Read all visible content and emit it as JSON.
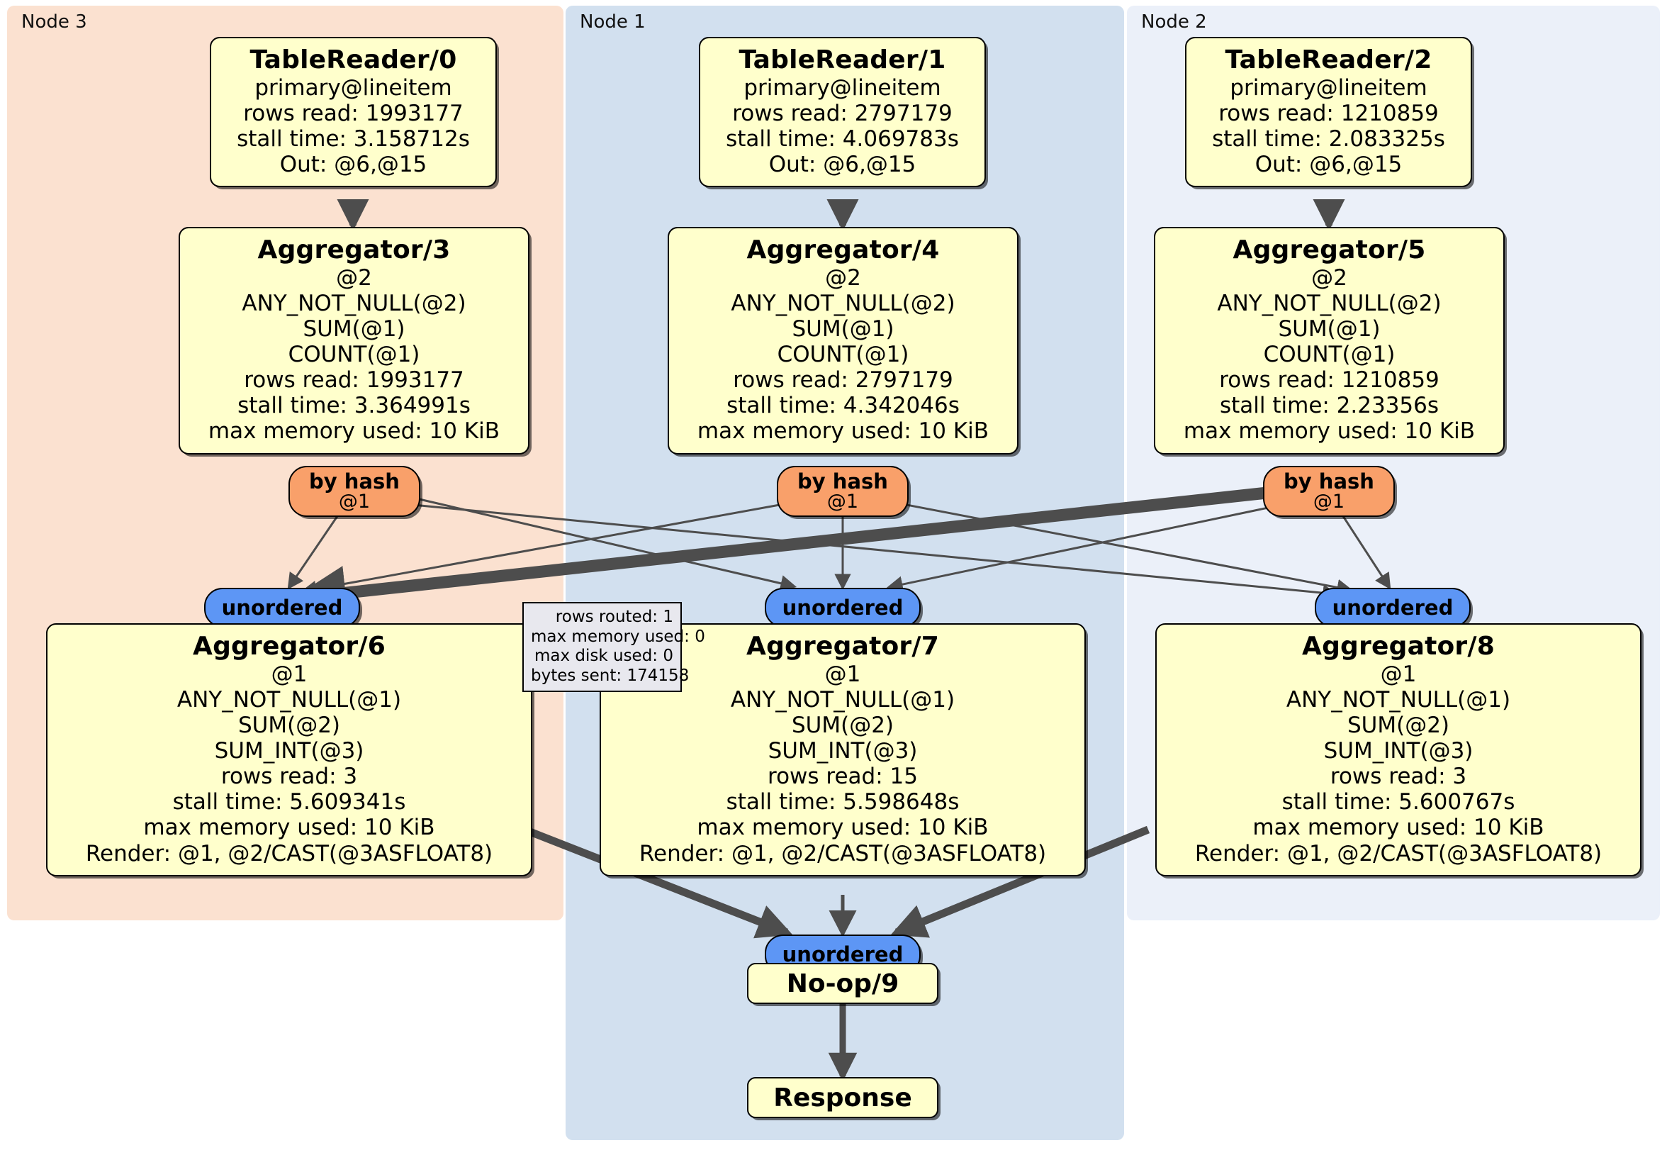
{
  "diagram": {
    "type": "distsql-flow-diagram",
    "clusters": [
      {
        "id": "node3",
        "label": "Node 3",
        "color": "#fbe1d0"
      },
      {
        "id": "node1",
        "label": "Node 1",
        "color": "#d2e0ef"
      },
      {
        "id": "node2",
        "label": "Node 2",
        "color": "#ebf0f9"
      }
    ],
    "colors": {
      "processor_fill": "#ffffcc",
      "router_fill": "#f9a06a",
      "synchronizer_fill": "#5d96f5",
      "stats_fill": "#e8e8ee",
      "edge": "#4d4d4d",
      "border": "#000000"
    },
    "table_readers": [
      {
        "title": "TableReader/0",
        "lines": [
          "primary@lineitem",
          "rows read: 1993177",
          "stall time: 3.158712s",
          "Out: @6,@15"
        ]
      },
      {
        "title": "TableReader/1",
        "lines": [
          "primary@lineitem",
          "rows read: 2797179",
          "stall time: 4.069783s",
          "Out: @6,@15"
        ]
      },
      {
        "title": "TableReader/2",
        "lines": [
          "primary@lineitem",
          "rows read: 1210859",
          "stall time: 2.083325s",
          "Out: @6,@15"
        ]
      }
    ],
    "aggregators_stage1": [
      {
        "title": "Aggregator/3",
        "lines": [
          "@2",
          "ANY_NOT_NULL(@2)",
          "SUM(@1)",
          "COUNT(@1)",
          "rows read: 1993177",
          "stall time: 3.364991s",
          "max memory used: 10 KiB"
        ]
      },
      {
        "title": "Aggregator/4",
        "lines": [
          "@2",
          "ANY_NOT_NULL(@2)",
          "SUM(@1)",
          "COUNT(@1)",
          "rows read: 2797179",
          "stall time: 4.342046s",
          "max memory used: 10 KiB"
        ]
      },
      {
        "title": "Aggregator/5",
        "lines": [
          "@2",
          "ANY_NOT_NULL(@2)",
          "SUM(@1)",
          "COUNT(@1)",
          "rows read: 1210859",
          "stall time: 2.23356s",
          "max memory used: 10 KiB"
        ]
      }
    ],
    "routers": [
      {
        "label": "by hash",
        "column": "@1"
      },
      {
        "label": "by hash",
        "column": "@1"
      },
      {
        "label": "by hash",
        "column": "@1"
      }
    ],
    "synchronizers_mid": [
      {
        "label": "unordered"
      },
      {
        "label": "unordered"
      },
      {
        "label": "unordered"
      }
    ],
    "aggregators_stage2": [
      {
        "title": "Aggregator/6",
        "lines": [
          "@1",
          "ANY_NOT_NULL(@1)",
          "SUM(@2)",
          "SUM_INT(@3)",
          "rows read: 3",
          "stall time: 5.609341s",
          "max memory used: 10 KiB",
          "Render: @1, @2/CAST(@3ASFLOAT8)"
        ]
      },
      {
        "title": "Aggregator/7",
        "lines": [
          "@1",
          "ANY_NOT_NULL(@1)",
          "SUM(@2)",
          "SUM_INT(@3)",
          "rows read: 15",
          "stall time: 5.598648s",
          "max memory used: 10 KiB",
          "Render: @1, @2/CAST(@3ASFLOAT8)"
        ]
      },
      {
        "title": "Aggregator/8",
        "lines": [
          "@1",
          "ANY_NOT_NULL(@1)",
          "SUM(@2)",
          "SUM_INT(@3)",
          "rows read: 3",
          "stall time: 5.600767s",
          "max memory used: 10 KiB",
          "Render: @1, @2/CAST(@3ASFLOAT8)"
        ]
      }
    ],
    "stats_box": {
      "lines": [
        "rows routed: 1",
        "max memory used: 0",
        "max disk used: 0",
        "bytes sent: 174158"
      ]
    },
    "final_sync": {
      "label": "unordered"
    },
    "noop": {
      "label": "No-op/9"
    },
    "response": {
      "label": "Response"
    }
  }
}
